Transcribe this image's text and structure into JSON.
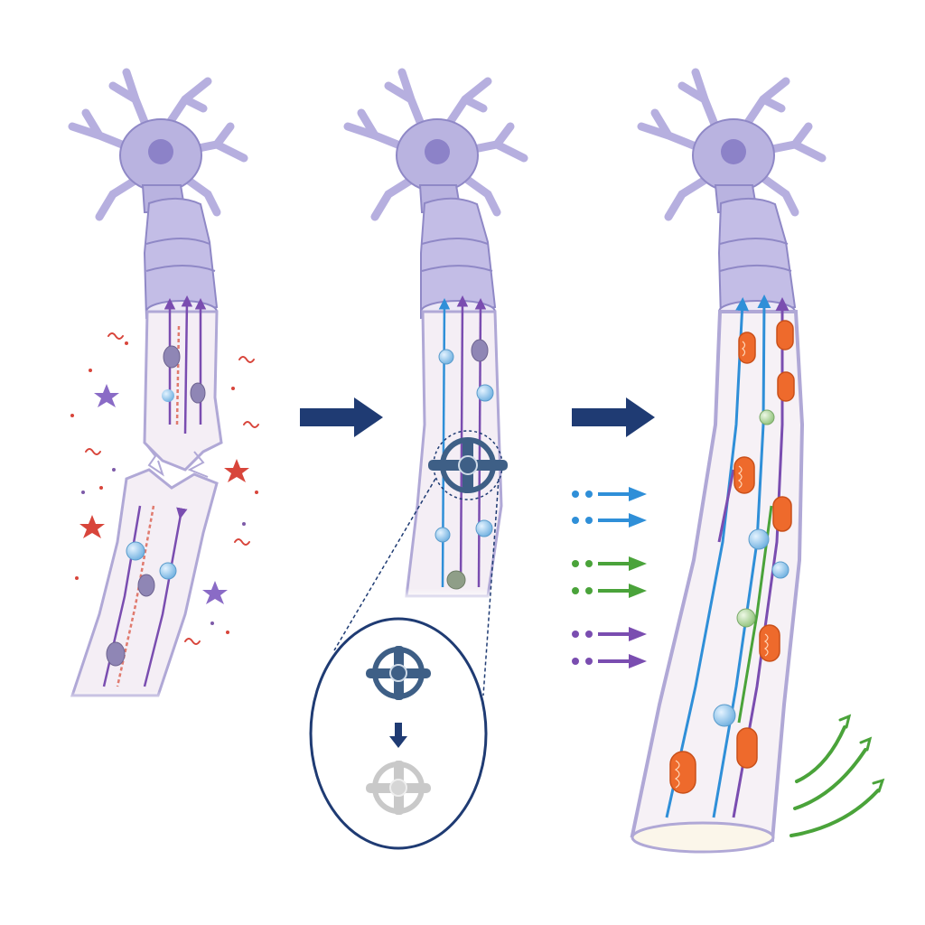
{
  "colors": {
    "background": "#ffffff",
    "neuron_fill": "#b9b3e0",
    "neuron_stroke": "#8f88c6",
    "nucleus": "#8c82c8",
    "axon_interior": "#f6f1f6",
    "myelin_fill": "#c3bde6",
    "stage_arrow": "#1f3b73",
    "blocker": "#3e5f86",
    "blocker_inactive": "#c9c9c9",
    "mitochondria": "#ee6a2c",
    "mitochondria_damaged": "#8f86b5",
    "vesicle": "#8fc3ea",
    "track_blue": "#2f8fd8",
    "track_purple": "#7a4db0",
    "track_green": "#4aa33a",
    "track_damaged": "#e07a6e",
    "debris_red": "#d8453b",
    "debris_purple": "#7d5aa8"
  },
  "panels": [
    {
      "name": "damaged-axon-panel",
      "state": "fragmented"
    },
    {
      "name": "inhibitor-panel",
      "state": "blocker-applied"
    },
    {
      "name": "restored-axon-panel",
      "state": "transport-restored"
    }
  ],
  "zoom_callout": {
    "active": "blocker-icon",
    "inactive": "blocker-inactive-icon"
  },
  "transport_arrows": [
    "blue",
    "blue",
    "green",
    "green",
    "purple",
    "purple"
  ],
  "growth_arrows": 3
}
